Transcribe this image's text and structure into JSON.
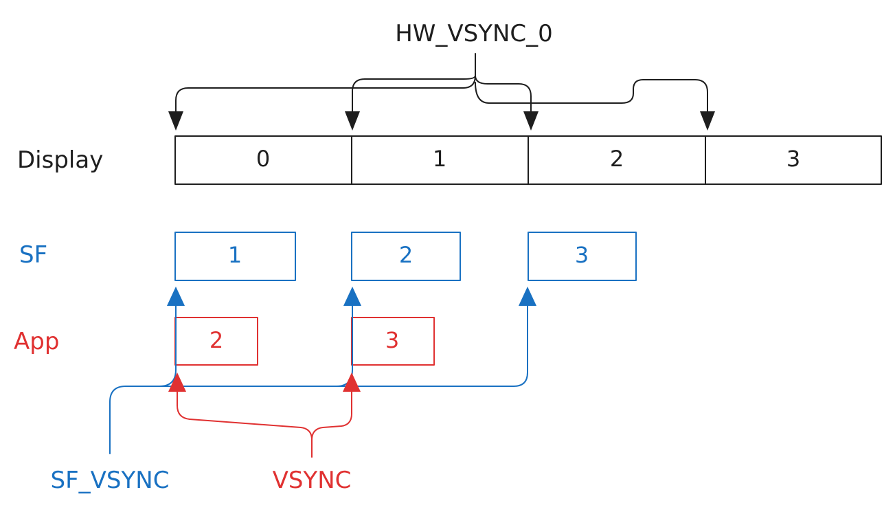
{
  "colors": {
    "black": "#1e1e1e",
    "blue": "#1971c2",
    "red": "#e03131"
  },
  "labels": {
    "hw_vsync": "HW_VSYNC_0",
    "display": "Display",
    "sf": "SF",
    "app": "App",
    "sf_vsync": "SF_VSYNC",
    "vsync": "VSYNC"
  },
  "display_frames": [
    "0",
    "1",
    "2",
    "3"
  ],
  "sf_frames": [
    "1",
    "2",
    "3"
  ],
  "app_frames": [
    "2",
    "3"
  ]
}
